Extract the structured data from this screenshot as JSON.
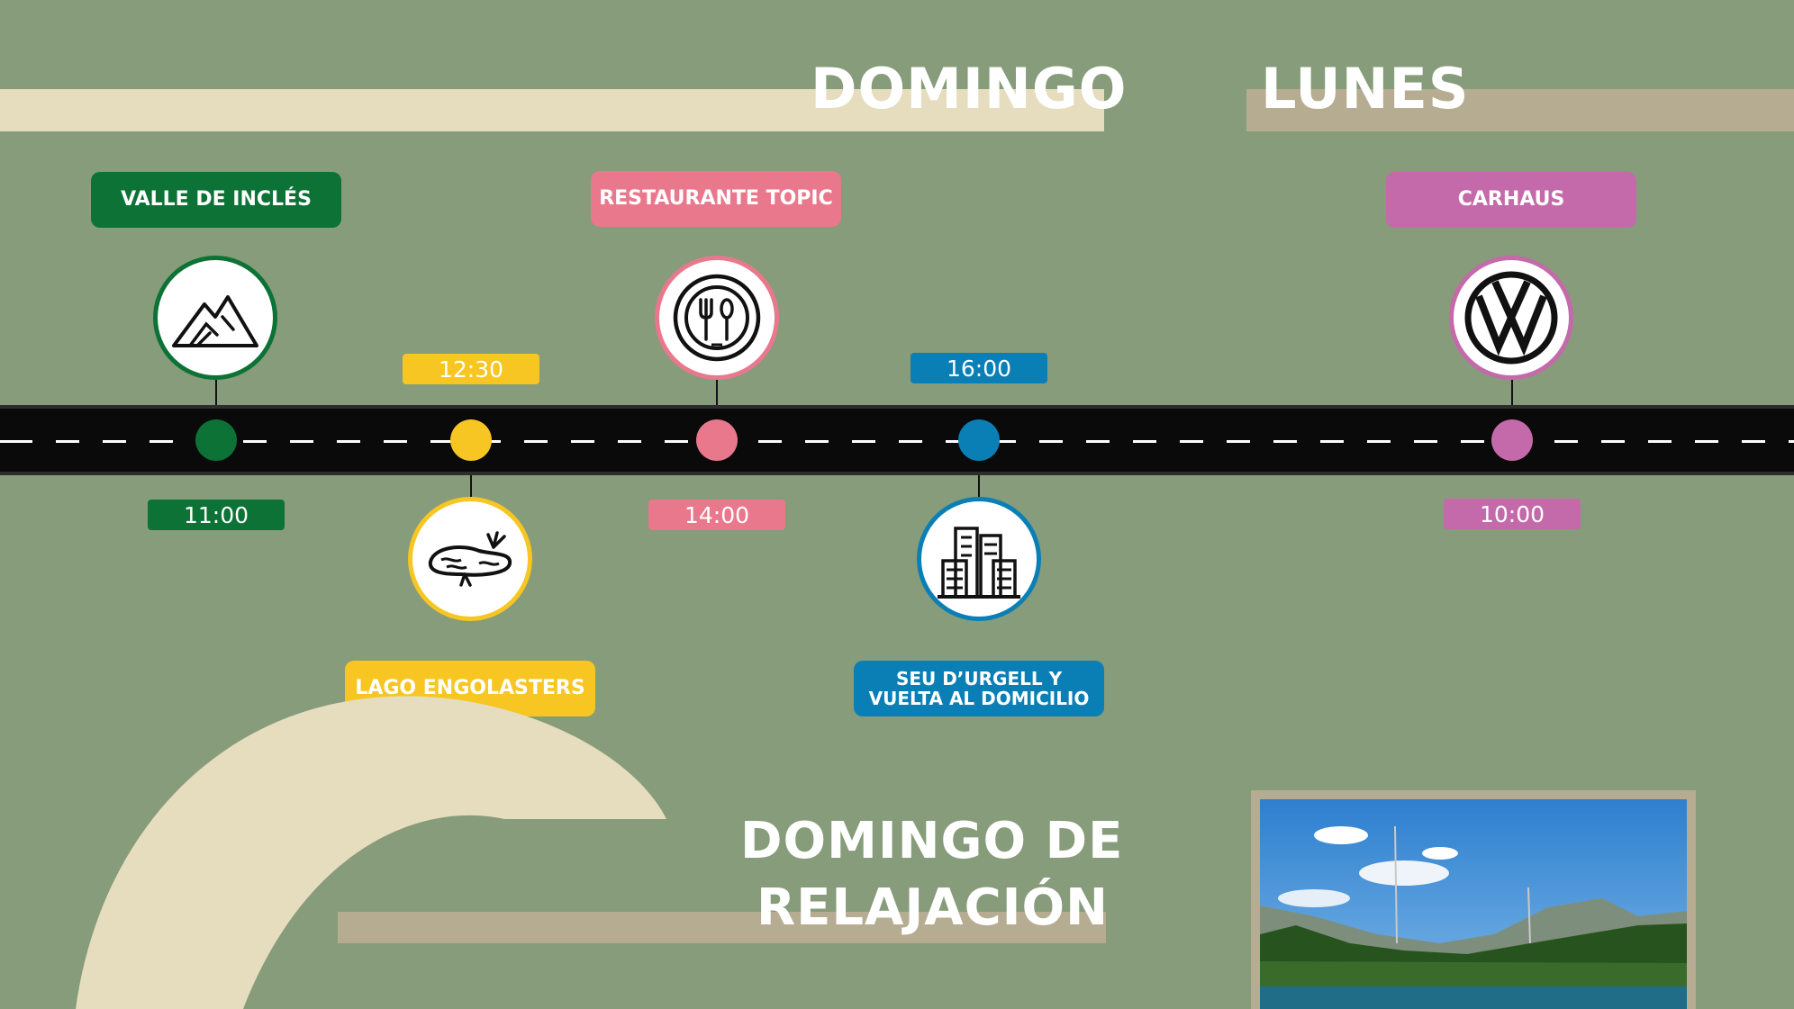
{
  "headings": {
    "day1": "DOMINGO",
    "day2": "LUNES",
    "bottom_line1": "DOMINGO DE",
    "bottom_line2": "RELAJACIÓN"
  },
  "stops": [
    {
      "label": "VALLE DE INCLÉS",
      "time": "11:00",
      "icon": "mountain-icon",
      "color": "#0c7236"
    },
    {
      "label": "LAGO ENGOLASTERS",
      "time": "12:30",
      "icon": "lake-icon",
      "color": "#f7c623"
    },
    {
      "label": "RESTAURANTE TOPIC",
      "time": "14:00",
      "icon": "restaurant-icon",
      "color": "#e9788d"
    },
    {
      "label_line1": "SEU D’URGELL Y",
      "label_line2": "VUELTA AL DOMICILIO",
      "time": "16:00",
      "icon": "city-icon",
      "color": "#0a7fb6"
    },
    {
      "label": "CARHAUS",
      "time": "10:00",
      "icon": "vw-logo-icon",
      "color": "#c46aaa"
    }
  ],
  "colors": {
    "background": "#869c7a",
    "cream": "#e6dcbe",
    "taupe": "#b5ac91",
    "road": "#0a0a0a"
  }
}
